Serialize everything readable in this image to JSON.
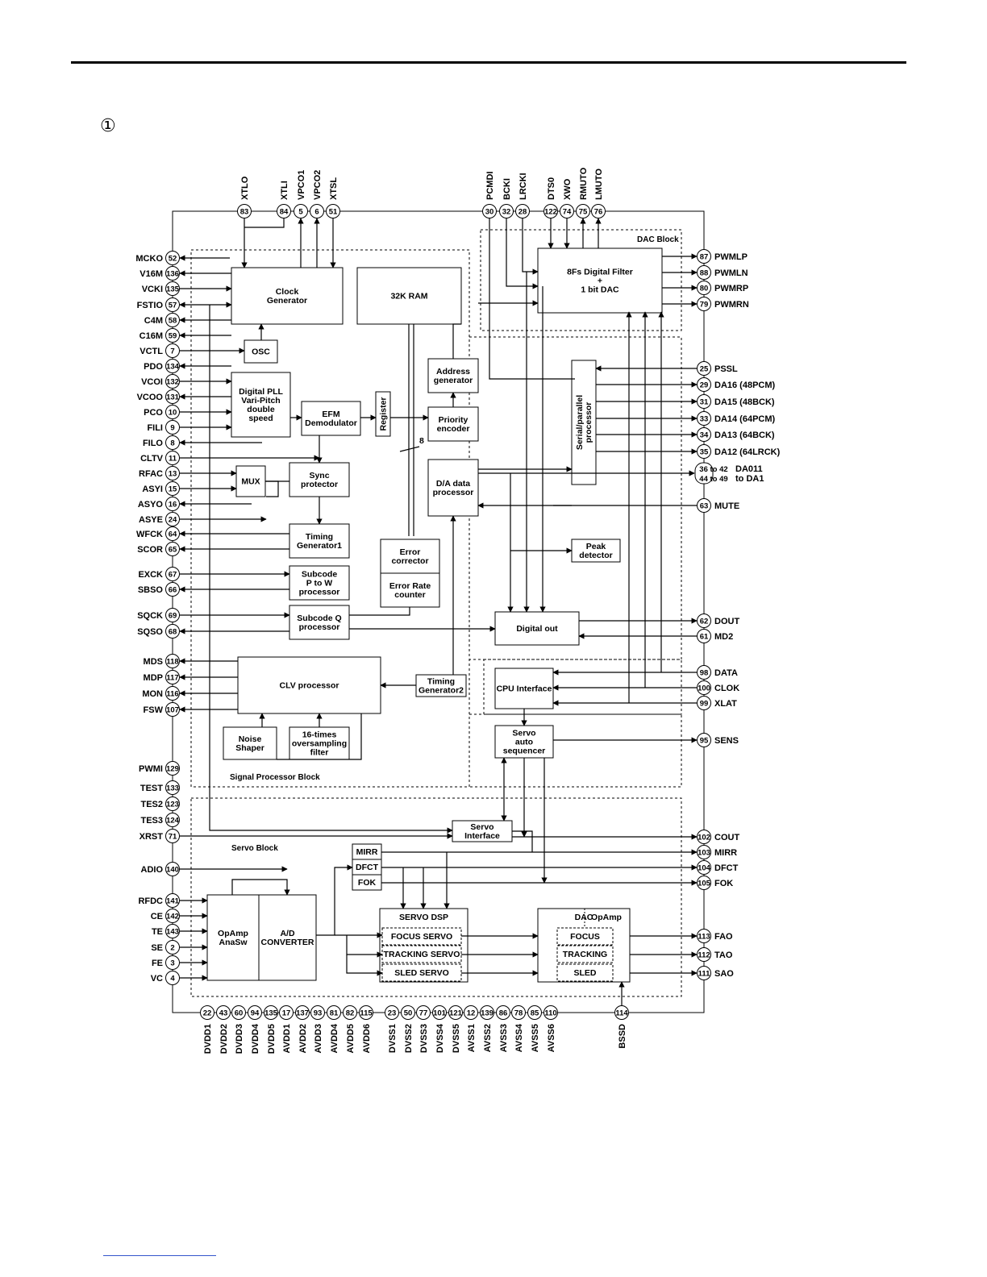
{
  "section_marker": "①",
  "regions": {
    "dac": "DAC Block",
    "signal": "Signal Processor Block",
    "servo": "Servo Block"
  },
  "top_pins": [
    {
      "label": "XTLO",
      "num": "83"
    },
    {
      "label": "XTLI",
      "num": "84"
    },
    {
      "label": "VPCO1",
      "num": "5"
    },
    {
      "label": "VPCO2",
      "num": "6"
    },
    {
      "label": "XTSL",
      "num": "51"
    },
    {
      "label": "PCMDI",
      "num": "30"
    },
    {
      "label": "BCKI",
      "num": "32"
    },
    {
      "label": "LRCKI",
      "num": "28"
    },
    {
      "label": "DTS0",
      "num": "122"
    },
    {
      "label": "XWO",
      "num": "74"
    },
    {
      "label": "RMUTO",
      "num": "75"
    },
    {
      "label": "LMUTO",
      "num": "76"
    }
  ],
  "left_pins": [
    {
      "label": "MCKO",
      "num": "52"
    },
    {
      "label": "V16M",
      "num": "136"
    },
    {
      "label": "VCKI",
      "num": "135"
    },
    {
      "label": "FSTIO",
      "num": "57"
    },
    {
      "label": "C4M",
      "num": "58"
    },
    {
      "label": "C16M",
      "num": "59"
    },
    {
      "label": "VCTL",
      "num": "7"
    },
    {
      "label": "PDO",
      "num": "134"
    },
    {
      "label": "VCOI",
      "num": "132"
    },
    {
      "label": "VCOO",
      "num": "131"
    },
    {
      "label": "PCO",
      "num": "10"
    },
    {
      "label": "FILI",
      "num": "9"
    },
    {
      "label": "FILO",
      "num": "8"
    },
    {
      "label": "CLTV",
      "num": "11"
    },
    {
      "label": "RFAC",
      "num": "13"
    },
    {
      "label": "ASYI",
      "num": "15"
    },
    {
      "label": "ASYO",
      "num": "16"
    },
    {
      "label": "ASYE",
      "num": "24"
    },
    {
      "label": "WFCK",
      "num": "64"
    },
    {
      "label": "SCOR",
      "num": "65"
    },
    {
      "label": "EXCK",
      "num": "67"
    },
    {
      "label": "SBSO",
      "num": "66"
    },
    {
      "label": "SQCK",
      "num": "69"
    },
    {
      "label": "SQSO",
      "num": "68"
    },
    {
      "label": "MDS",
      "num": "118"
    },
    {
      "label": "MDP",
      "num": "117"
    },
    {
      "label": "MON",
      "num": "116"
    },
    {
      "label": "FSW",
      "num": "107"
    },
    {
      "label": "PWMI",
      "num": "129"
    },
    {
      "label": "TEST",
      "num": "133"
    },
    {
      "label": "TES2",
      "num": "123"
    },
    {
      "label": "TES3",
      "num": "124"
    },
    {
      "label": "XRST",
      "num": "71"
    },
    {
      "label": "ADIO",
      "num": "140"
    },
    {
      "label": "RFDC",
      "num": "141"
    },
    {
      "label": "CE",
      "num": "142"
    },
    {
      "label": "TE",
      "num": "143"
    },
    {
      "label": "SE",
      "num": "2"
    },
    {
      "label": "FE",
      "num": "3"
    },
    {
      "label": "VC",
      "num": "4"
    }
  ],
  "right_pins": [
    {
      "label": "PWMLP",
      "num": "87"
    },
    {
      "label": "PWMLN",
      "num": "88"
    },
    {
      "label": "PWMRP",
      "num": "80"
    },
    {
      "label": "PWMRN",
      "num": "79"
    },
    {
      "label": "PSSL",
      "num": "25"
    },
    {
      "label": "DA16 (48PCM)",
      "num": "29"
    },
    {
      "label": "DA15 (48BCK)",
      "num": "31"
    },
    {
      "label": "DA14 (64PCM)",
      "num": "33"
    },
    {
      "label": "DA13 (64BCK)",
      "num": "34"
    },
    {
      "label": "DA12 (64LRCK)",
      "num": "35"
    },
    {
      "label": "DA011",
      "label2": "to DA1",
      "num": "36 to 42",
      "num2": "44 to 49"
    },
    {
      "label": "MUTE",
      "num": "63"
    },
    {
      "label": "DOUT",
      "num": "62"
    },
    {
      "label": "MD2",
      "num": "61"
    },
    {
      "label": "DATA",
      "num": "98"
    },
    {
      "label": "CLOK",
      "num": "100"
    },
    {
      "label": "XLAT",
      "num": "99"
    },
    {
      "label": "SENS",
      "num": "95"
    },
    {
      "label": "COUT",
      "num": "102"
    },
    {
      "label": "MIRR",
      "num": "103"
    },
    {
      "label": "DFCT",
      "num": "104"
    },
    {
      "label": "FOK",
      "num": "105"
    },
    {
      "label": "FAO",
      "num": "113"
    },
    {
      "label": "TAO",
      "num": "112"
    },
    {
      "label": "SAO",
      "num": "111"
    }
  ],
  "bottom_pins": [
    {
      "label": "DVDD1",
      "num": "22"
    },
    {
      "label": "DVDD2",
      "num": "43"
    },
    {
      "label": "DVDD3",
      "num": "60"
    },
    {
      "label": "DVDD4",
      "num": "94"
    },
    {
      "label": "DVDD5",
      "num": "135"
    },
    {
      "label": "AVDD1",
      "num": "17"
    },
    {
      "label": "AVDD2",
      "num": "137"
    },
    {
      "label": "AVDD3",
      "num": "93"
    },
    {
      "label": "AVDD4",
      "num": "81"
    },
    {
      "label": "AVDD5",
      "num": "82"
    },
    {
      "label": "AVDD6",
      "num": "115"
    },
    {
      "label": "DVSS1",
      "num": "23"
    },
    {
      "label": "DVSS2",
      "num": "50"
    },
    {
      "label": "DVSS3",
      "num": "77"
    },
    {
      "label": "DVSS4",
      "num": "101"
    },
    {
      "label": "DVSS5",
      "num": "121"
    },
    {
      "label": "AVSS1",
      "num": "12"
    },
    {
      "label": "AVSS2",
      "num": "139"
    },
    {
      "label": "AVSS3",
      "num": "86"
    },
    {
      "label": "AVSS4",
      "num": "78"
    },
    {
      "label": "AVSS5",
      "num": "85"
    },
    {
      "label": "AVSS6",
      "num": "110"
    },
    {
      "label": "BSSD",
      "num": "114"
    }
  ],
  "blocks": {
    "clock_gen": [
      "Clock",
      "Generator"
    ],
    "ram": [
      "32K RAM"
    ],
    "osc": [
      "OSC"
    ],
    "dpll": [
      "Digital PLL",
      "Vari-Pitch",
      "double",
      "speed"
    ],
    "efm": [
      "EFM",
      "Demodulator"
    ],
    "register": [
      "Register"
    ],
    "address_gen": [
      "Address",
      "generator"
    ],
    "priority_enc": [
      "Priority",
      "encoder"
    ],
    "mux": [
      "MUX"
    ],
    "sync_prot": [
      "Sync",
      "protector"
    ],
    "da_proc": [
      "D/A data",
      "processor"
    ],
    "timing1": [
      "Timing",
      "Generator1"
    ],
    "error_corr": [
      "Error",
      "corrector"
    ],
    "error_rate": [
      "Error Rate",
      "counter"
    ],
    "subcode_pw": [
      "Subcode",
      "P to W",
      "processor"
    ],
    "subcode_q": [
      "Subcode Q",
      "processor"
    ],
    "digital_out": [
      "Digital out"
    ],
    "peak_det": [
      "Peak",
      "detector"
    ],
    "clv": [
      "CLV processor"
    ],
    "timing2": [
      "Timing",
      "Generator2"
    ],
    "noise_shaper": [
      "Noise",
      "Shaper"
    ],
    "oversampling": [
      "16-times",
      "oversampling",
      "filter"
    ],
    "cpu_if": [
      "CPU Interface"
    ],
    "servo_seq": [
      "Servo",
      "auto",
      "sequencer"
    ],
    "servo_if": [
      "Servo",
      "Interface"
    ],
    "dac_filter": [
      "8Fs Digital Filter",
      "+",
      "1 bit DAC"
    ],
    "serial_par": [
      "Serial/parallel",
      "processor"
    ],
    "mirr": [
      "MIRR"
    ],
    "dfct": [
      "DFCT"
    ],
    "fok": [
      "FOK"
    ],
    "opamp": [
      "OpAmp",
      "AnaSw"
    ],
    "ad_conv": [
      "A/D",
      "CONVERTER"
    ],
    "servo_dsp": [
      "SERVO DSP"
    ],
    "focus_servo": [
      "FOCUS SERVO"
    ],
    "tracking_servo": [
      "TRACKING SERVO"
    ],
    "sled_servo": [
      "SLED SERVO"
    ],
    "dac_hdr": [
      "DAC"
    ],
    "opamp_hdr": [
      "OpAmp"
    ],
    "focus": [
      "FOCUS"
    ],
    "tracking": [
      "TRACKING"
    ],
    "sled": [
      "SLED"
    ]
  },
  "bus_width": "8"
}
